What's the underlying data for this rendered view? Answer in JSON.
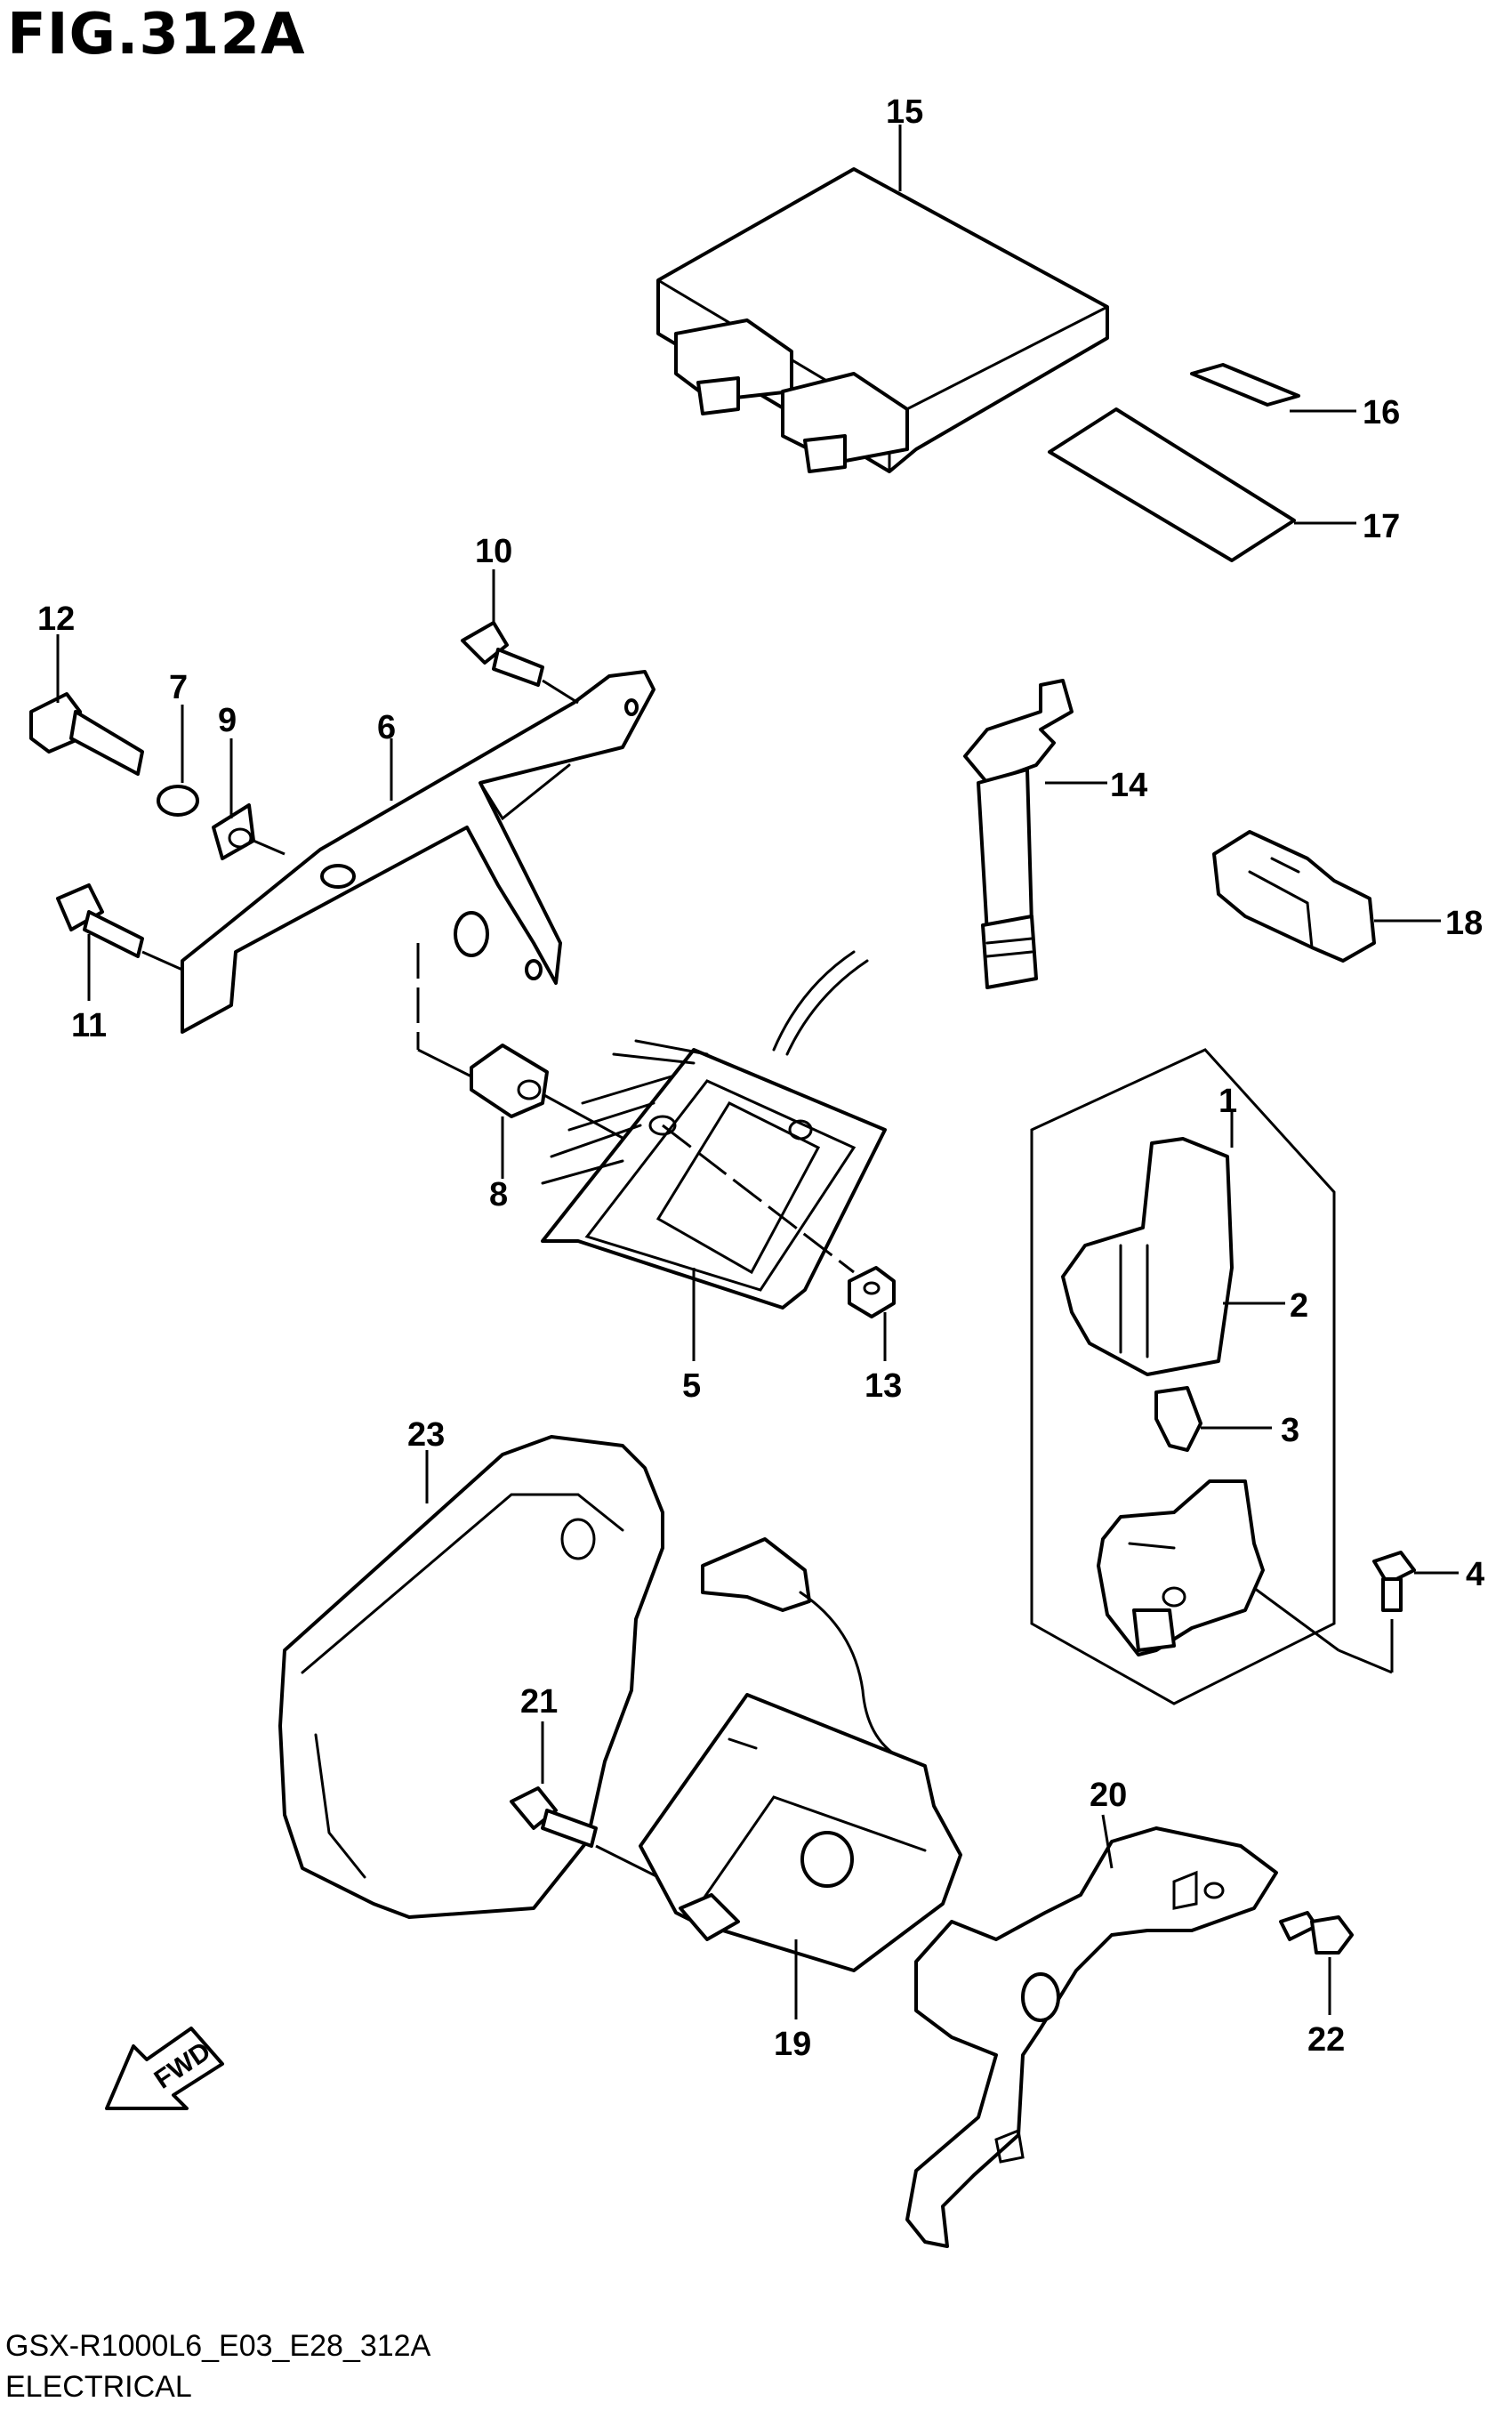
{
  "figure_title": "FIG.312A",
  "footer": {
    "diagram_code": "GSX-R1000L6_E03_E28_312A",
    "section_name": "ELECTRICAL"
  },
  "fwd_arrow_label": "FWD",
  "callouts": [
    "1",
    "2",
    "3",
    "4",
    "5",
    "6",
    "7",
    "8",
    "9",
    "10",
    "11",
    "12",
    "13",
    "14",
    "15",
    "16",
    "17",
    "18",
    "19",
    "20",
    "21",
    "22",
    "23"
  ]
}
